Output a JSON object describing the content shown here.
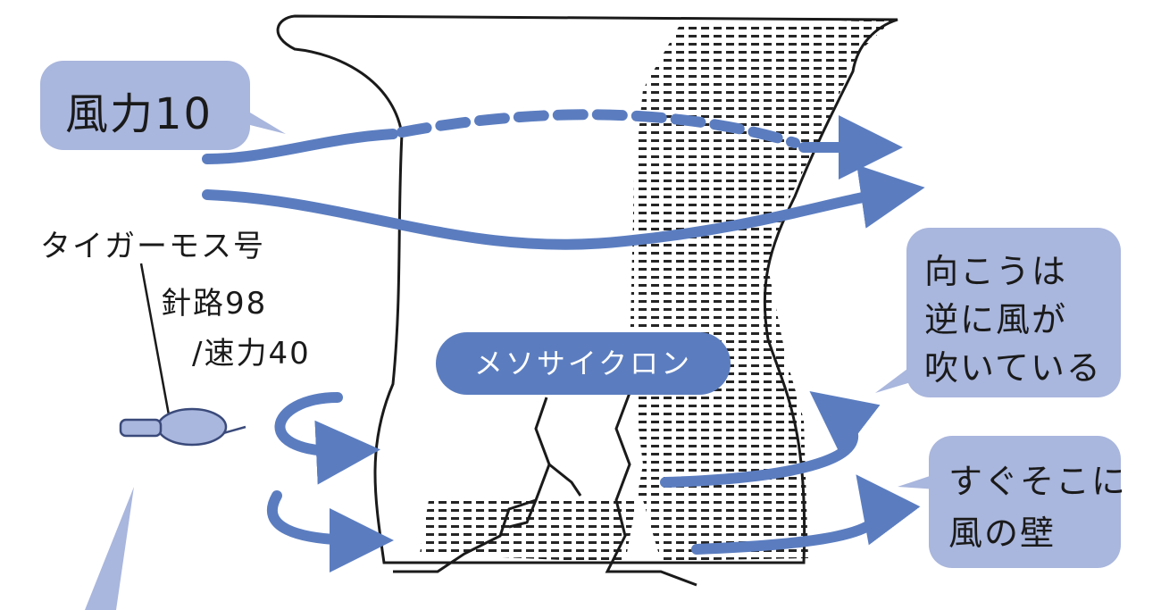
{
  "colors": {
    "arrow": "#5b7dc0",
    "bubble": "#a9b6dd",
    "ink": "#1a1a1a"
  },
  "wind_label": "風力10",
  "ship": {
    "name": "タイガーモス号",
    "heading": "針路98",
    "speed": "/速力40"
  },
  "mesocyclone_label": "メソサイクロン",
  "right_note_1": [
    "向こうは",
    "逆に風が",
    "吹いている"
  ],
  "right_note_2": [
    "すぐそこに",
    "風の壁"
  ]
}
